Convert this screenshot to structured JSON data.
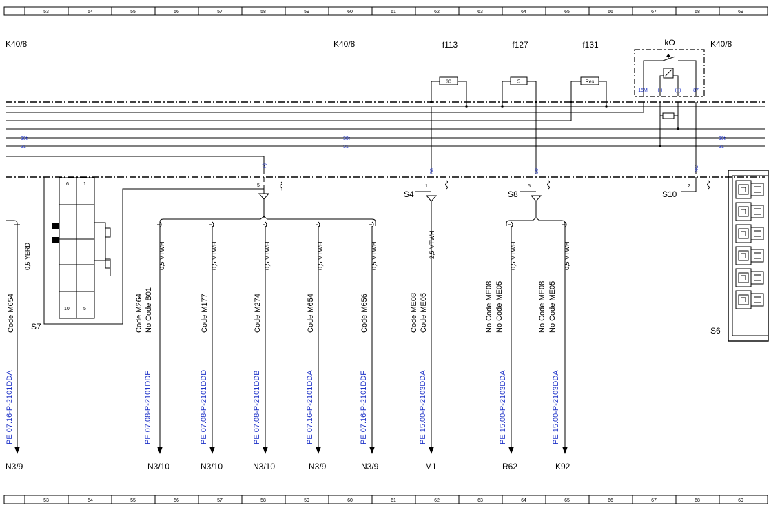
{
  "ruler": {
    "top_numbers": [
      "53",
      "54",
      "55",
      "56",
      "57",
      "58",
      "59",
      "60",
      "61",
      "62",
      "63",
      "64",
      "65",
      "66",
      "67",
      "68",
      "69"
    ],
    "bottom_numbers": [
      "53",
      "54",
      "55",
      "56",
      "57",
      "58",
      "59",
      "60",
      "61",
      "62",
      "63",
      "64",
      "65",
      "66",
      "67",
      "68",
      "69"
    ]
  },
  "header": {
    "left_connector": "K40/8",
    "mid_connector": "K40/8",
    "right_connector": "K40/8"
  },
  "fuses": [
    {
      "name": "f113",
      "value": "30"
    },
    {
      "name": "f127",
      "value": "5"
    },
    {
      "name": "f131",
      "value": "Res"
    }
  ],
  "relay": {
    "name": "kO",
    "pins": [
      "15M",
      "(-)",
      "(+)",
      "87"
    ]
  },
  "bus_labels": {
    "l30": "30t",
    "l31": "31"
  },
  "pin_labels": {
    "s7_pin": "(-)",
    "s4_pin": "50",
    "s8_pin": "50",
    "s10_pin": "NC"
  },
  "splices": [
    {
      "name": "S4",
      "pin": "1"
    },
    {
      "name": "S8",
      "pin": "5"
    },
    {
      "name": "S10",
      "pin": "2"
    }
  ],
  "s7_splice_pin": "5",
  "s7_connector": {
    "name": "S7",
    "pins": [
      "6",
      "1",
      "10",
      "5"
    ]
  },
  "s6_name": "S6",
  "wires": [
    {
      "gauge": "0,5 YERD",
      "code1": "Code M654",
      "code2": "",
      "ref": "PE 07.16-P-2101DDA",
      "target": "N3/9"
    },
    {
      "gauge": "0,5 VTWH",
      "code1": "Code M264",
      "code2": "No  Code B01",
      "ref": "PE 07.08-P-2101DDF",
      "target": "N3/10"
    },
    {
      "gauge": "0,5 VTWH",
      "code1": "Code M177",
      "code2": "",
      "ref": "PE 07.08-P-2101DDD",
      "target": "N3/10"
    },
    {
      "gauge": "0,5 VTWH",
      "code1": "Code M274",
      "code2": "",
      "ref": "PE 07.08-P-2101DDB",
      "target": "N3/10"
    },
    {
      "gauge": "0,5 VTWH",
      "code1": "Code M654",
      "code2": "",
      "ref": "PE 07.16-P-2101DDA",
      "target": "N3/9"
    },
    {
      "gauge": "0,5 VTWH",
      "code1": "Code M656",
      "code2": "",
      "ref": "PE 07.16-P-2101DDF",
      "target": "N3/9"
    },
    {
      "gauge": "2,5 VTWH",
      "code1": "Code ME08",
      "code2": "Code ME05",
      "ref": "PE 15.00-P-2103DDA",
      "target": "M1"
    },
    {
      "gauge": "0,5 VTWH",
      "code1": "No  Code ME08",
      "code2": "No  Code ME05",
      "ref": "PE 15.00-P-2103DDA",
      "target": "R62"
    },
    {
      "gauge": "0,5 VTWH",
      "code1": "No  Code ME08",
      "code2": "No  Code ME05",
      "ref": "PE 15.00-P-2103DDA",
      "target": "K92"
    }
  ]
}
